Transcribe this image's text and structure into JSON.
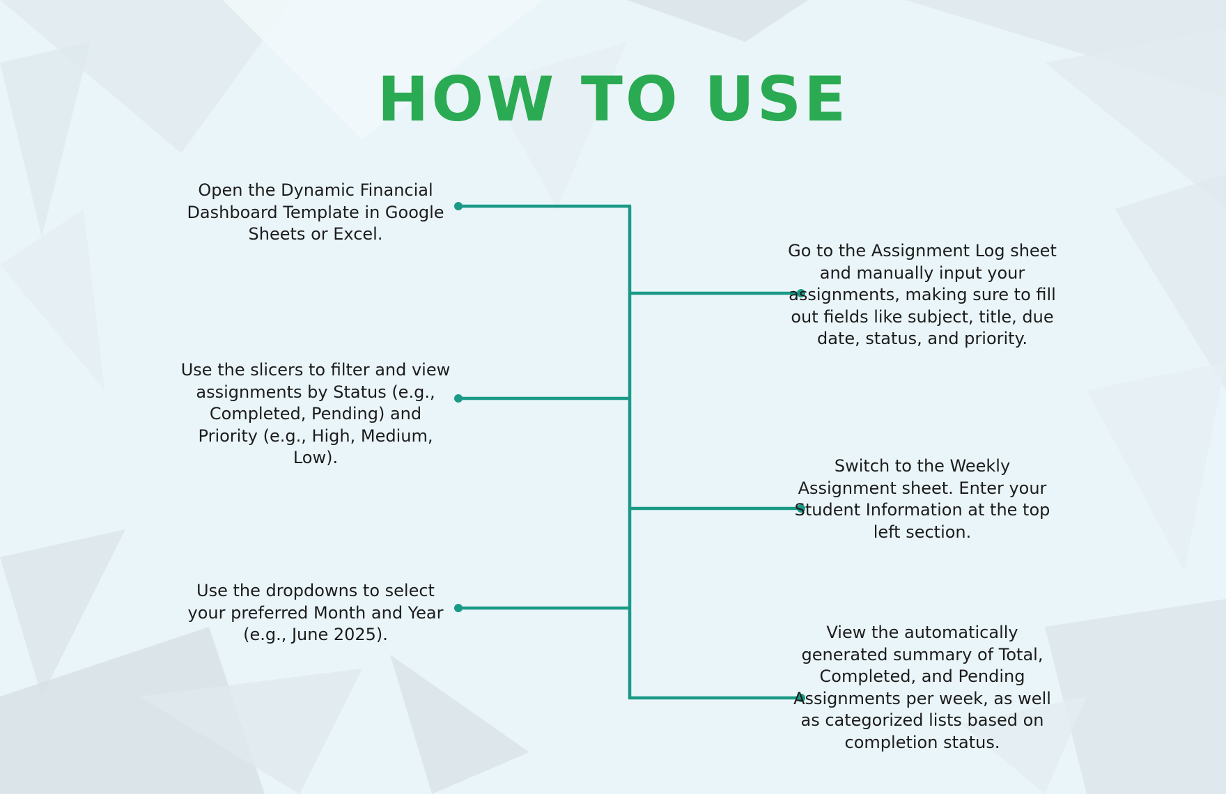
{
  "title": "HOW TO USE",
  "colors": {
    "title": "#2aaa52",
    "connector": "#1a9a86",
    "background": "#eaf5f9"
  },
  "steps_left": [
    {
      "text": "Open the Dynamic Financial Dashboard Template in Google Sheets or Excel."
    },
    {
      "text": "Use the slicers to filter and view assignments by Status (e.g., Completed, Pending) and Priority (e.g., High, Medium, Low)."
    },
    {
      "text": "Use the dropdowns to select your preferred Month and Year (e.g., June 2025)."
    }
  ],
  "steps_right": [
    {
      "text": "Go to the Assignment Log sheet and manually input your assignments, making sure to fill out fields like subject, title, due date, status, and priority."
    },
    {
      "text": "Switch to the Weekly Assignment sheet. Enter your Student Information at the top left section."
    },
    {
      "text": "View the automatically generated summary of Total, Completed, and Pending Assignments per week, as well as categorized lists based on completion status."
    }
  ]
}
